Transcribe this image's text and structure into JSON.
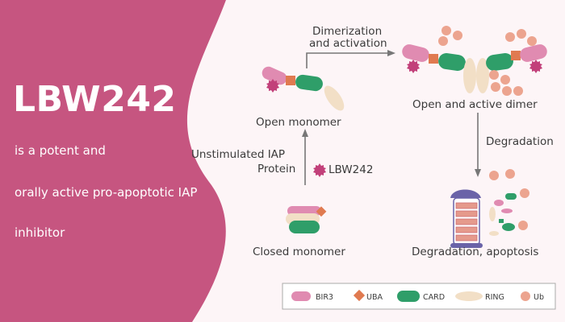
{
  "heading": {
    "title": "LBW242",
    "line1": "is a potent and",
    "line2": "orally active pro-apoptotic IAP",
    "line3": "inhibitor"
  },
  "diagram": {
    "dimerization_line1": "Dimerization",
    "dimerization_line2": "and activation",
    "open_active_dimer": "Open and active dimer",
    "open_monomer": "Open monomer",
    "degradation": "Degradation",
    "unstimulated_line1": "Unstimulated IAP",
    "unstimulated_line2": "Protein",
    "drug": "LBW242",
    "closed_monomer": "Closed monomer",
    "degradation_apoptosis": "Degradation, apoptosis"
  },
  "legend": {
    "items": [
      {
        "label": "BIR3",
        "color": "#e08bb1",
        "icon": "bir3-domain-icon"
      },
      {
        "label": "UBA",
        "color": "#e07a50",
        "icon": "uba-domain-icon"
      },
      {
        "label": "CARD",
        "color": "#2f9e69",
        "icon": "card-domain-icon"
      },
      {
        "label": "RING",
        "color": "#f2dfc6",
        "icon": "ring-domain-icon"
      },
      {
        "label": "Ub",
        "color": "#eca48f",
        "icon": "ubiquitin-icon"
      }
    ]
  },
  "colors": {
    "accent": "#c65580",
    "background": "#fdf5f7",
    "drug": "#c2407a",
    "arrow": "#777777",
    "proteasome": "#6a63a8"
  }
}
